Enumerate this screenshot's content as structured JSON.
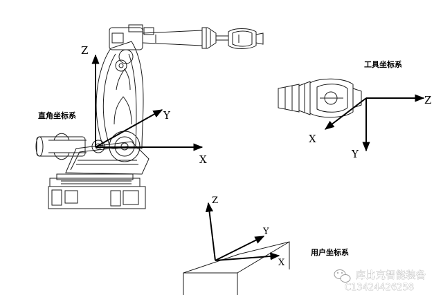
{
  "frames": {
    "base": {
      "title": "直角坐标系",
      "x_label": "X",
      "y_label": "Y",
      "z_label": "Z"
    },
    "tool": {
      "title": "工具坐标系",
      "x_label": "X",
      "y_label": "Y",
      "z_label": "Z"
    },
    "user": {
      "title": "用户坐标系",
      "x_label": "X",
      "y_label": "Y",
      "z_label": "Z"
    }
  },
  "watermark": {
    "name": "库比克智能装备",
    "phone": "C13424426258"
  },
  "colors": {
    "line": "#000000",
    "drawing": "#1a1a1a",
    "watermark_stroke": "#9a9a9a",
    "background": "#ffffff"
  }
}
